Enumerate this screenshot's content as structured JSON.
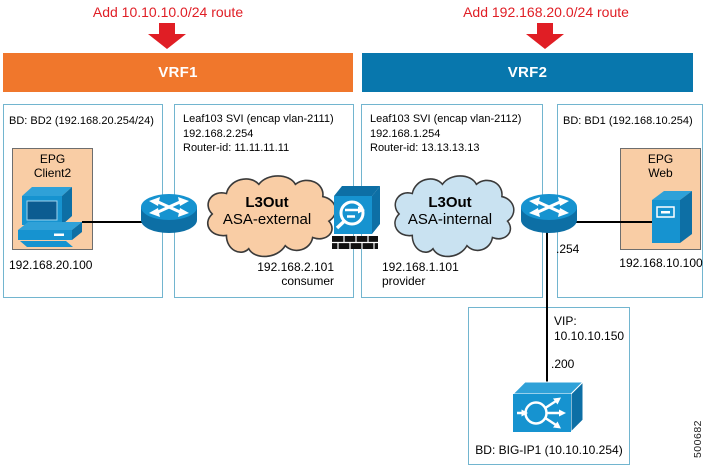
{
  "annotations": {
    "left_route_note": "Add 10.10.10.0/24 route",
    "right_route_note": "Add 192.168.20.0/24 route"
  },
  "vrf_bars": {
    "vrf1_label": "VRF1",
    "vrf2_label": "VRF2"
  },
  "bd2_zone": {
    "title": "BD: BD2 (192.168.20.254/24)",
    "epg_line1": "EPG",
    "epg_line2": "Client2",
    "host_ip": "192.168.20.100"
  },
  "asa_external_zone": {
    "line1": "Leaf103 SVI (encap vlan-2111)",
    "line2": "192.168.2.254",
    "line3": "Router-id: 11.11.11.11",
    "cloud_title": "L3Out",
    "cloud_subtitle": "ASA-external",
    "ip": "192.168.2.101",
    "role": "consumer"
  },
  "asa_internal_zone": {
    "line1": "Leaf103 SVI (encap vlan-2112)",
    "line2": "192.168.1.254",
    "line3": "Router-id: 13.13.13.13",
    "cloud_title": "L3Out",
    "cloud_subtitle": "ASA-internal",
    "ip": "192.168.1.101",
    "role": "provider"
  },
  "bd1_zone": {
    "title": "BD: BD1 (192.168.10.254)",
    "epg_line1": "EPG",
    "epg_line2": "Web",
    "host_ip": "192.168.10.100"
  },
  "bigip_zone": {
    "title": "BD: BIG-IP1 (10.10.10.254)",
    "vip_label": "VIP:",
    "vip_ip": "10.10.10.150",
    "interface_ip": ".200"
  },
  "labels": {
    "router2_interface_ip": ".254"
  },
  "figure_id": "500682",
  "colors": {
    "vrf1_orange": "#f0772c",
    "vrf2_blue": "#0877ad",
    "note_red": "#e01e25",
    "box_border_blue": "#72b5cf",
    "epg_peach": "#f9cda5",
    "cloud_peach": "#f9cda5",
    "cloud_blue": "#c9e2f1",
    "icon_blue": "#1693d0",
    "icon_blue_dark": "#0d6fa5",
    "icon_blue_light": "#2fa1d8"
  }
}
